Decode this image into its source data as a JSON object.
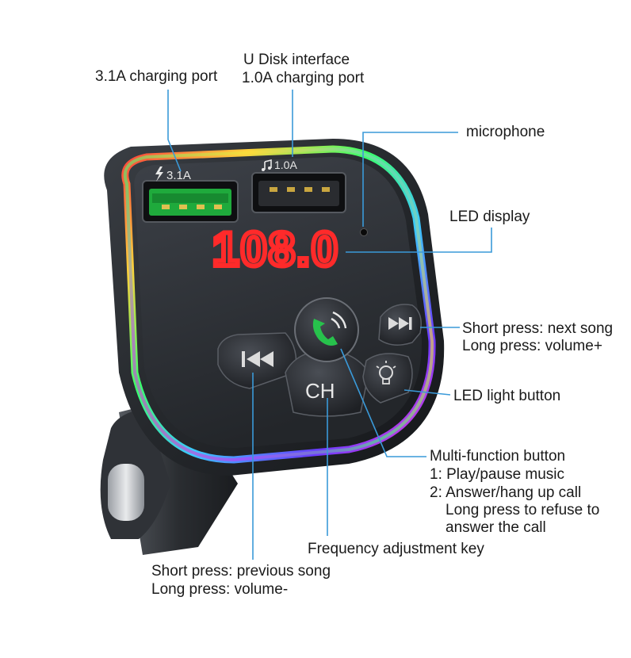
{
  "device": {
    "port_left_marking": "3.1A",
    "port_right_marking": "1.0A",
    "display_value": "108.0",
    "ch_button_label": "CH"
  },
  "callouts": {
    "charging_31": "3.1A charging port",
    "u_disk_line1": "U Disk interface",
    "u_disk_line2": "1.0A charging port",
    "microphone": "microphone",
    "led_display": "LED display",
    "next_line1": "Short press: next song",
    "next_line2": "Long press: volume+",
    "led_light_button": "LED light button",
    "multi_title": "Multi-function button",
    "multi_1": "1: Play/pause music",
    "multi_2": "2: Answer/hang up call",
    "multi_3": "Long press to refuse to",
    "multi_4": "answer the call",
    "frequency_key": "Frequency adjustment key",
    "prev_line1": "Short press: previous song",
    "prev_line2": "Long press: volume-"
  },
  "colors": {
    "leader_line": "#3a9ad9",
    "display_red": "#ff2a2a",
    "port_green": "#1faa3c",
    "call_icon_green": "#27c24c",
    "body_dark": "#2c2f34"
  },
  "icons": [
    "lightning-icon",
    "music-note-icon",
    "phone-icon",
    "previous-track-icon",
    "next-track-icon",
    "light-bulb-icon"
  ]
}
